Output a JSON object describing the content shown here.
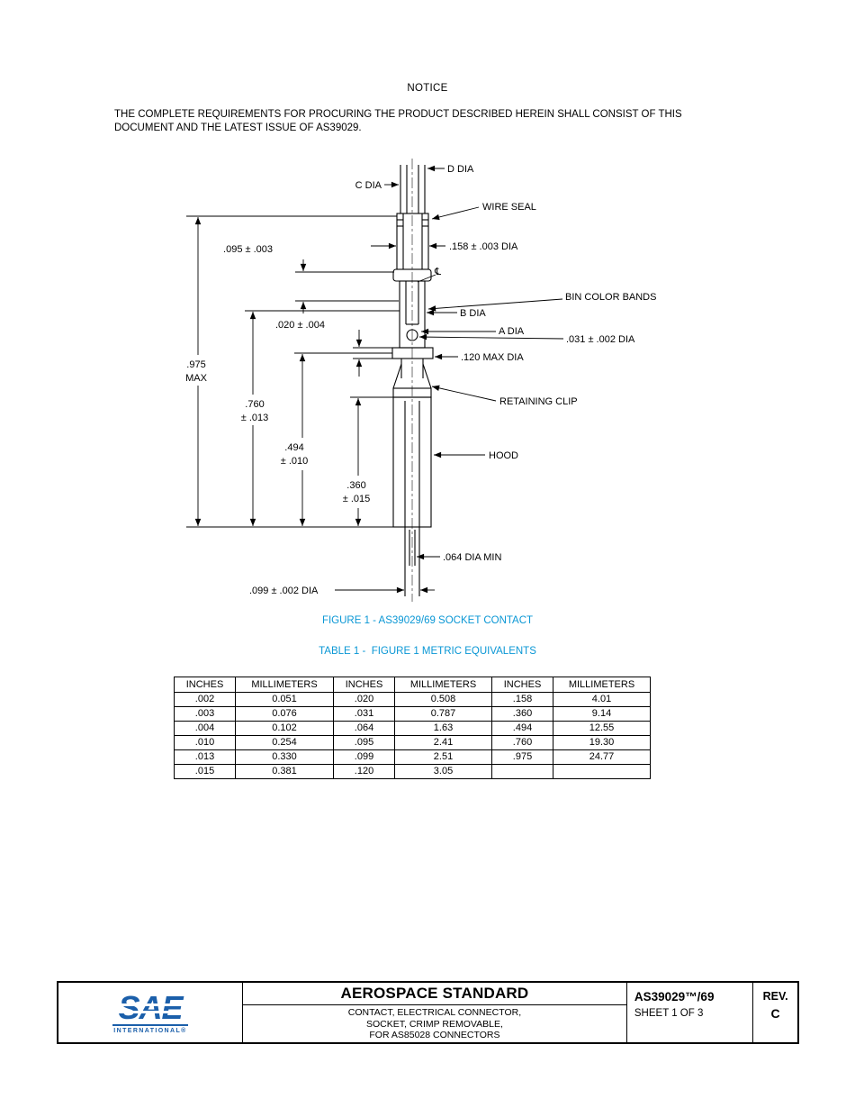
{
  "page": {
    "notice_title": "NOTICE",
    "notice_body": "THE COMPLETE REQUIREMENTS FOR PROCURING THE PRODUCT DESCRIBED HEREIN SHALL CONSIST OF THIS DOCUMENT AND THE LATEST ISSUE OF AS39029."
  },
  "figure": {
    "caption": "FIGURE 1 - AS39029/69 SOCKET CONTACT",
    "labels": {
      "d_dia": "D DIA",
      "c_dia": "C DIA",
      "wire_seal": "WIRE SEAL",
      "dim_095": ".095 ± .003",
      "dim_158": ".158 ± .003 DIA",
      "bin_color_bands": "BIN COLOR BANDS",
      "b_dia": "B DIA",
      "a_dia": "A DIA",
      "dim_020": ".020 ± .004",
      "dim_031": ".031 ± .002 DIA",
      "dim_120": ".120 MAX DIA",
      "dim_975_l1": ".975",
      "dim_975_l2": "MAX",
      "dim_760_l1": ".760",
      "dim_760_l2": "± .013",
      "retaining_clip": "RETAINING CLIP",
      "dim_494_l1": ".494",
      "dim_494_l2": "± .010",
      "hood": "HOOD",
      "dim_360_l1": ".360",
      "dim_360_l2": "± .015",
      "dim_064": ".064 DIA MIN",
      "dim_099": ".099 ± .002 DIA",
      "centerline_symbol": "℄"
    }
  },
  "table": {
    "caption": "TABLE 1 -  FIGURE 1 METRIC EQUIVALENTS",
    "headers": [
      "INCHES",
      "MILLIMETERS",
      "INCHES",
      "MILLIMETERS",
      "INCHES",
      "MILLIMETERS"
    ],
    "rows": [
      [
        ".002",
        "0.051",
        ".020",
        "0.508",
        ".158",
        "4.01"
      ],
      [
        ".003",
        "0.076",
        ".031",
        "0.787",
        ".360",
        "9.14"
      ],
      [
        ".004",
        "0.102",
        ".064",
        "1.63",
        ".494",
        "12.55"
      ],
      [
        ".010",
        "0.254",
        ".095",
        "2.41",
        ".760",
        "19.30"
      ],
      [
        ".013",
        "0.330",
        ".099",
        "2.51",
        ".975",
        "24.77"
      ],
      [
        ".015",
        "0.381",
        ".120",
        "3.05",
        "",
        ""
      ]
    ]
  },
  "footer": {
    "logo_text": "SAE",
    "logo_sub": "INTERNATIONAL®",
    "title": "AEROSPACE STANDARD",
    "subtitle_lines": [
      "CONTACT, ELECTRICAL CONNECTOR,",
      "SOCKET, CRIMP REMOVABLE,",
      "FOR AS85028 CONNECTORS"
    ],
    "doc_number": "AS39029™/69",
    "sheet": "SHEET 1 OF 3",
    "rev_label": "REV.",
    "rev_value": "C"
  },
  "colors": {
    "caption_blue": "#0a97d5",
    "sae_blue": "#1b5faa",
    "line_black": "#000000"
  }
}
